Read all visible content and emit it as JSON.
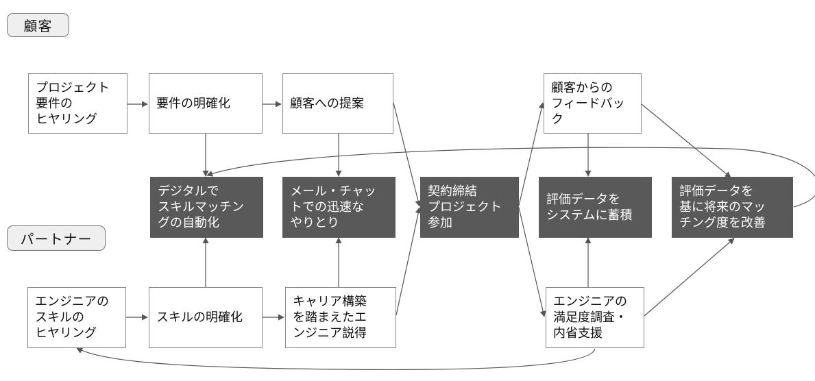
{
  "lanes": {
    "customer": "顧客",
    "partner": "パートナー"
  },
  "nodes": {
    "project_hearing": "プロジェクト\n要件の\nヒヤリング",
    "clarify_requirements": "要件の明確化",
    "proposal_to_customer": "顧客への提案",
    "customer_feedback": "顧客からの\nフィードバッ\nク",
    "digital_skill_matching": "デジタルで\nスキルマッチン\nグの自動化",
    "fast_communication": "メール・チャッ\nトでの迅速な\nやりとり",
    "contract_participation": "契約締結\nプロジェクト\n参加",
    "evaluation_to_system": "評価データを\nシステムに蓄積",
    "improve_matching": "評価データを\n基に将来のマッ\nチング度を改善",
    "engineer_skill_hearing": "エンジニアの\nスキルの\nヒヤリング",
    "clarify_skills": "スキルの明確化",
    "persuade_engineer": "キャリア構築\nを踏まえたエ\nンジニア説得",
    "engineer_survey": "エンジニアの\n満足度調査・\n内省支援"
  },
  "colors": {
    "dark_fill": "#595959",
    "line": "#555555"
  }
}
